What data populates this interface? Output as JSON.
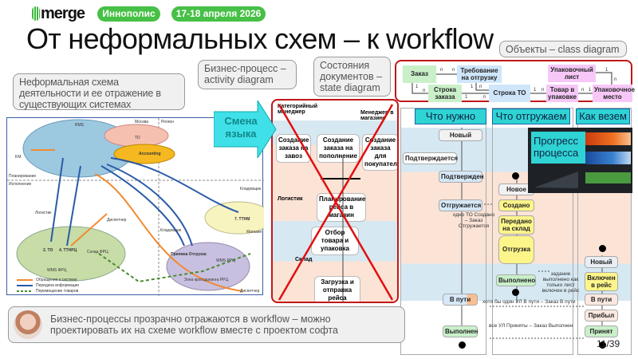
{
  "header": {
    "logo": "merge",
    "city": "Иннополис",
    "dates": "17-18 апреля 2026",
    "title": "От неформальных схем – к workflow"
  },
  "callouts": {
    "informal": "Неформальная схема деятельности и ее отражение в существующих системах",
    "activity": "Бизнес-процесс – activity diagram",
    "state": "Состояния документов – state diagram",
    "class": "Объекты – class diagram",
    "bottom": "Бизнес-процессы прозрачно отражаются в workflow – можно проектировать их на схеме workflow вместе с проектом софта"
  },
  "language_change": "Смена языка",
  "informal_diagram": {
    "labels": [
      "Москва",
      "Регион",
      "Планирование",
      "Исполнение",
      "KM",
      "Логистик",
      "Диспетчер",
      "Кладовщик",
      "Кладовщик",
      "Диспетчер",
      "WMS ФРЦ",
      "Склад ФРЦ",
      "Зона кроссдокинга РРЦ",
      "WMS РРЦ",
      "Магазин",
      "RMS",
      "TD",
      "Accounting",
      "2. TO",
      "4. ТТНРЦ",
      "7. ТТНМ",
      "Приемка Отгрузка"
    ],
    "legend": [
      "Обращение к системе",
      "Передача информации",
      "Перемещение товаров"
    ],
    "colors": {
      "orange": "#f08a30",
      "blue": "#2a5aa8",
      "green": "#4a8a30"
    }
  },
  "class_diagram": {
    "classes": [
      "Заказ",
      "Требование на отгрузку",
      "Строка заказа",
      "Строка ТО",
      "Товар в упаковке",
      "Упаковочный лист",
      "Упаковочное место"
    ],
    "multiplicities": [
      "n",
      "n",
      "1",
      "n",
      "1",
      "n",
      "1",
      "n",
      "1",
      "n",
      "n",
      "1",
      "1",
      "n"
    ]
  },
  "activity_diagram": {
    "actors": [
      "Категорийный менеджер",
      "Менеджер в магазине",
      "Логистик",
      "Склад"
    ],
    "actions": [
      "Создание заказа на завоз",
      "Создание заказа на пополнение",
      "Создание заказа для покупателя",
      "Планирование рейса в магазин",
      "Отбор товара и упаковка",
      "Загрузка и отправка рейса"
    ]
  },
  "swimlanes": {
    "headers": [
      "Что нужно",
      "Что отгружаем",
      "Как везем"
    ],
    "order_states": [
      "Новый",
      "Подтверждается",
      "Подтвержден",
      "Отгружается",
      "В пути",
      "Выполнен"
    ],
    "shipment_states": [
      "Новое",
      "Создано",
      "Передано на склад",
      "Отгрузка",
      "Выполнено"
    ],
    "transport_states": [
      "Новый",
      "Включен в рейс",
      "В пути",
      "Прибыл",
      "Принят"
    ],
    "notes": [
      "одно ТО Создано – Заказ Отгружается",
      "задание выполнено как только лист включен в рейс",
      "хотя бы один УЛ В пути – Заказ В пути",
      "все УЛ Приняты – Заказ Выполнен"
    ]
  },
  "progress_panel": {
    "label": "Прогресс процесса"
  },
  "page_number": "11/39",
  "colors": {
    "accent_green": "#46c046",
    "cyan": "#2fd3d3",
    "red": "#d01010"
  }
}
